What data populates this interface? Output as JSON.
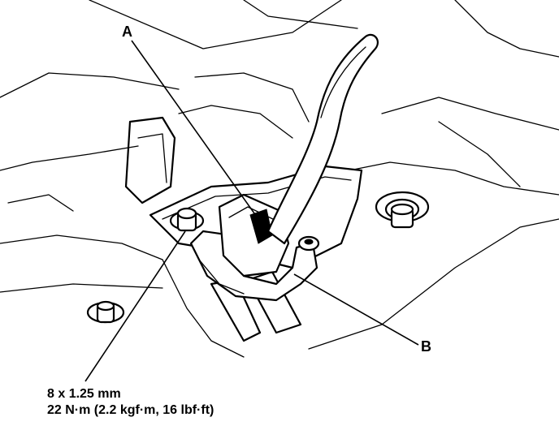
{
  "callouts": {
    "a": "A",
    "b": "B"
  },
  "fastener": {
    "size": "8 x 1.25 mm",
    "torque": "22 N·m (2.2 kgf·m, 16 lbf·ft)"
  }
}
